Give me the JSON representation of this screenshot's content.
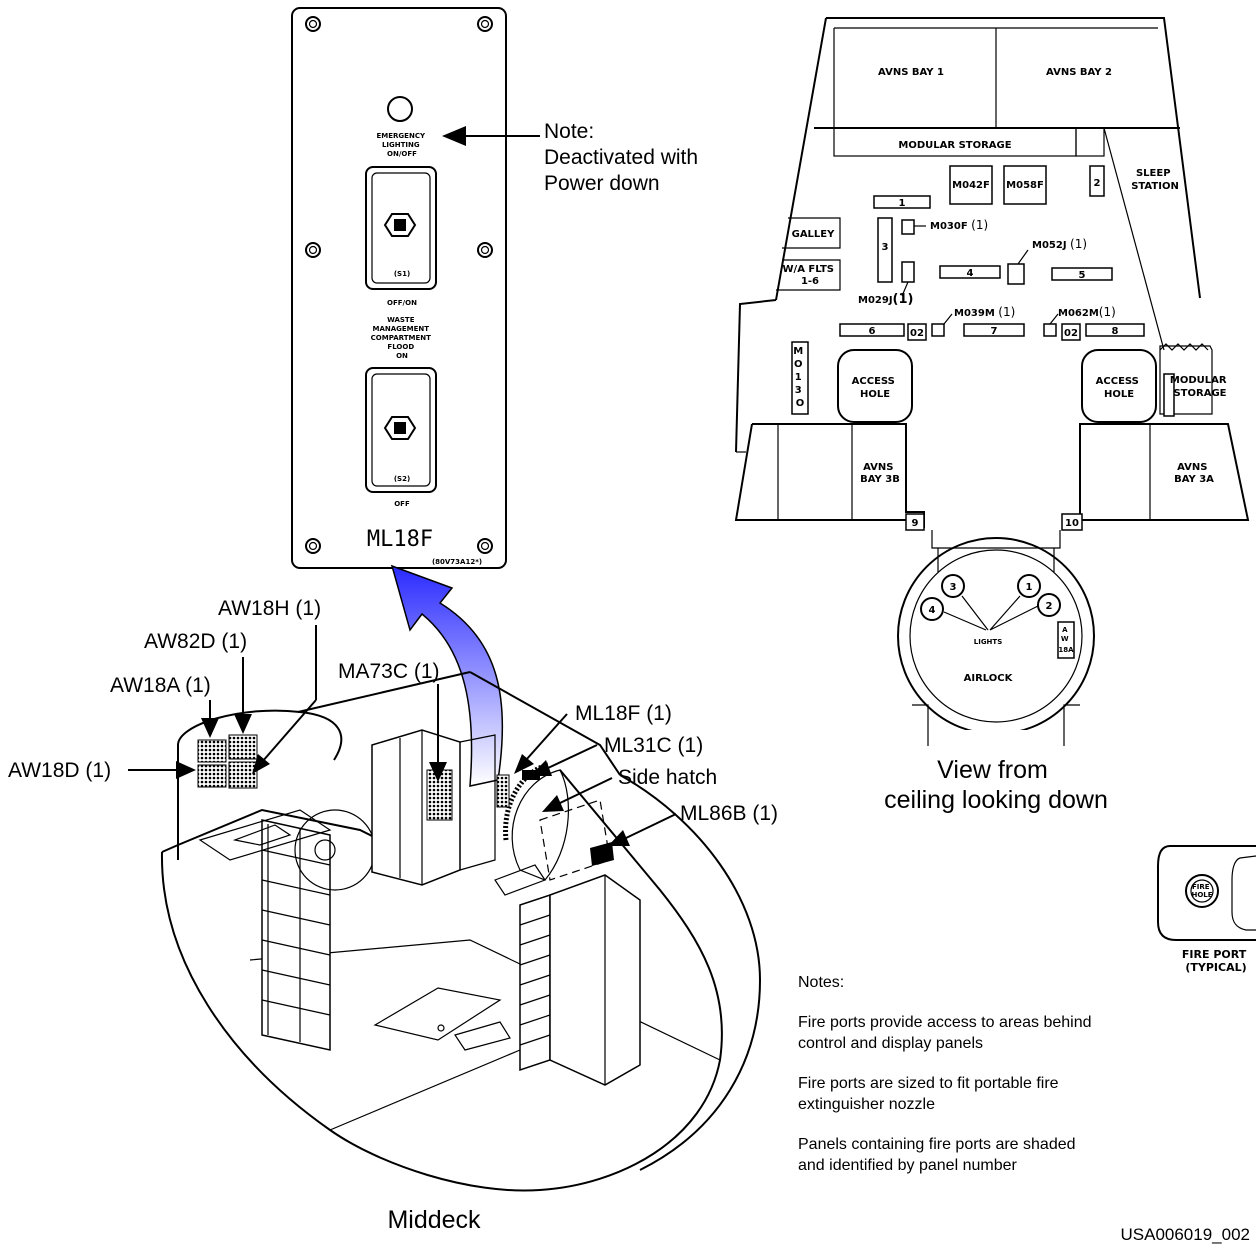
{
  "panel": {
    "title": "ML18F",
    "code": "(80V73A12*)",
    "emergency_lighting": [
      "EMERGENCY",
      "LIGHTING",
      "ON/OFF"
    ],
    "s1": "(S1)",
    "off_on": "OFF/ON",
    "waste": [
      "WASTE",
      "MANAGEMENT",
      "COMPARTMENT",
      "FLOOD",
      "ON"
    ],
    "s2": "(S2)",
    "off": "OFF"
  },
  "note_deactivated": [
    "Note:",
    "Deactivated with",
    "Power down"
  ],
  "middeck": {
    "title": "Middeck",
    "labels": {
      "aw18h": "AW18H (1)",
      "aw82d": "AW82D (1)",
      "aw18a": "AW18A (1)",
      "aw18d": "AW18D (1)",
      "ma73c": "MA73C (1)",
      "ml18f": "ML18F (1)",
      "ml31c": "ML31C (1)",
      "side_hatch": "Side hatch",
      "ml86b": "ML86B (1)"
    }
  },
  "ceiling": {
    "caption": [
      "View from",
      "ceiling looking down"
    ],
    "avns_bay_1": "AVNS BAY 1",
    "avns_bay_2": "AVNS BAY 2",
    "modular_storage_top": "MODULAR STORAGE",
    "sleep_station": [
      "SLEEP",
      "STATION"
    ],
    "m042f": "M042F",
    "m058f": "M058F",
    "galley": "GALLEY",
    "wa_flts": [
      "W/A FLTS",
      "1-6"
    ],
    "m030f": "M030F",
    "m052j": "M052J",
    "m029j": "M029J",
    "m039m": "M039M",
    "m062m": "M062M",
    "one_marker": "(1)",
    "mo130": [
      "M",
      "O",
      "1",
      "3",
      "O"
    ],
    "access_hole": [
      "ACCESS",
      "HOLE"
    ],
    "modular_storage_right": [
      "MODULAR",
      "STORAGE"
    ],
    "avns_bay_3b": [
      "AVNS",
      "BAY 3B"
    ],
    "avns_bay_3a": [
      "AVNS",
      "BAY 3A"
    ],
    "lockers": [
      "1",
      "2",
      "3",
      "4",
      "5",
      "6",
      "7",
      "8",
      "9",
      "10"
    ],
    "o2": "02",
    "lights": "LIGHTS",
    "airlock": "AIRLOCK",
    "aw18a_short": [
      "A",
      "W",
      "18A"
    ],
    "light_numbers": [
      "1",
      "2",
      "3",
      "4"
    ]
  },
  "fire_port": {
    "hole": [
      "FIRE",
      "HOLE"
    ],
    "label": [
      "FIRE PORT",
      "(TYPICAL)"
    ]
  },
  "notes": {
    "heading": "Notes:",
    "items": [
      [
        "Fire ports provide access to areas behind",
        "control and display panels"
      ],
      [
        "Fire ports are sized to fit portable fire",
        "extinguisher nozzle"
      ],
      [
        "Panels containing fire ports are shaded",
        "and identified by panel number"
      ]
    ]
  },
  "figure_id": "USA006019_002"
}
